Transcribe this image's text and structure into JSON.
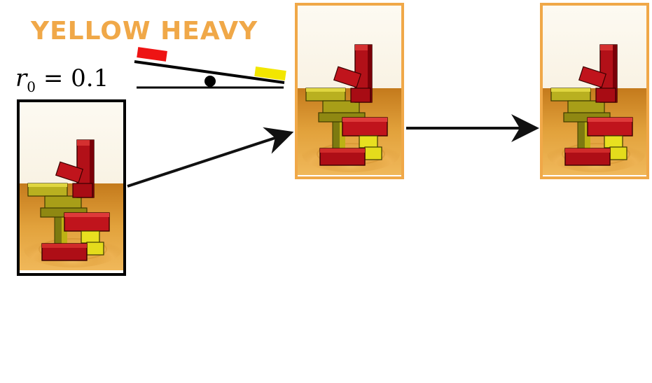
{
  "title": "YELLOW HEAVY",
  "ratio": {
    "variable": "r",
    "subscript": "0",
    "operator": "=",
    "value": "0.1"
  },
  "colors": {
    "title": "#f0a848",
    "frame_initial": "#000000",
    "frame_highlight": "#f0a848",
    "arrow": "#111111",
    "block_red": "#c8101a",
    "block_yellow": "#f2e600",
    "floor": "#d6902a"
  },
  "panels": [
    {
      "name": "initial-panel",
      "frame": "initial"
    },
    {
      "name": "predicted-panel",
      "frame": "highlight"
    },
    {
      "name": "outcome-panel",
      "frame": "highlight"
    }
  ],
  "icons": [
    "balance-scale-icon",
    "arrow-icon"
  ]
}
